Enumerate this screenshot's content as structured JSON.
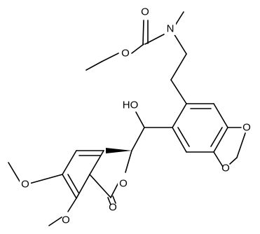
{
  "atoms": {
    "carbonyl_o": "O",
    "ester_o": "O",
    "amine_n": "N",
    "hydroxyl": "HO",
    "dioxole_o_upper": "O",
    "dioxole_o_lower": "O",
    "methoxy_o_upper": "O",
    "methoxy_o_lower": "O",
    "lactone_ring_o": "O",
    "lactone_carbonyl_o": "O"
  }
}
